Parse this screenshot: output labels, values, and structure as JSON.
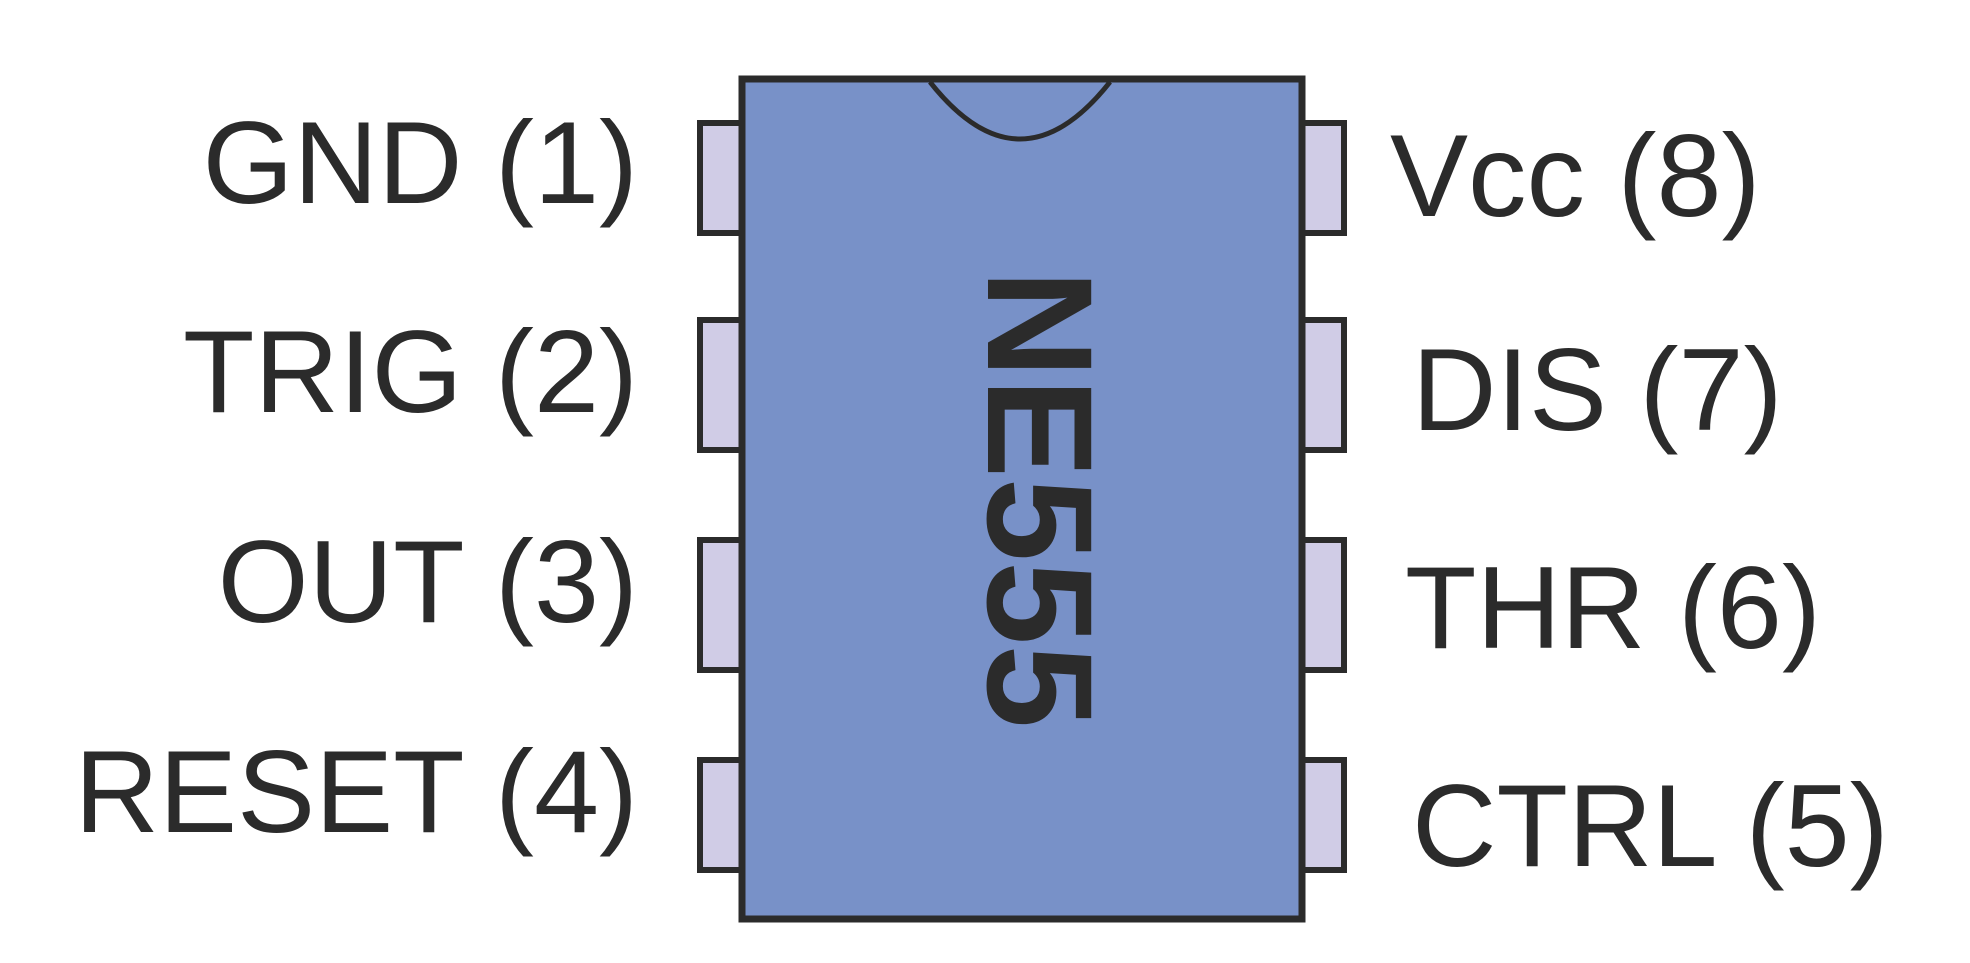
{
  "chip": {
    "label": "NE555",
    "body_color": "#7891c8",
    "pin_color": "#d0cce6",
    "outline_color": "#2b2b2b"
  },
  "pins_left": [
    {
      "label": "GND (1)"
    },
    {
      "label": "TRIG (2)"
    },
    {
      "label": "OUT (3)"
    },
    {
      "label": "RESET (4)"
    }
  ],
  "pins_right": [
    {
      "label": "Vcc (8)"
    },
    {
      "label": "DIS (7)"
    },
    {
      "label": "THR (6)"
    },
    {
      "label": "CTRL (5)"
    }
  ]
}
